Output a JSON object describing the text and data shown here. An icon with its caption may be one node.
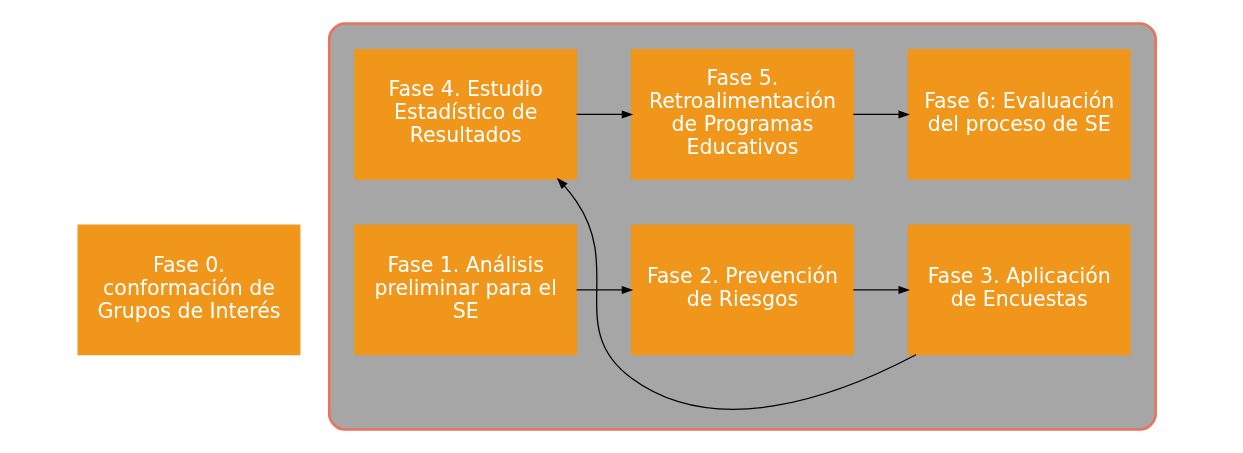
{
  "diagram": {
    "nodes": [
      {
        "text": [
          "Fase 0. conformación de Grupos de Interés"
        ]
      },
      {
        "text": [],
        "shape": "box"
      },
      {
        "text": [
          "Fase 1. Análisis preliminar para el SE"
        ],
        "in": 1
      },
      {
        "text": [
          "Fase 2. Prevención de Riesgos"
        ],
        "in": 1
      },
      {
        "text": [
          "Fase 3. Aplicación de Encuestas"
        ],
        "in": 1
      },
      {
        "text": [
          "Fase 4. Estudio Estadístico de Resultados"
        ],
        "in": 1
      },
      {
        "text": [
          "Fase 5. Retroalimentación de Programas Educativos"
        ],
        "in": 1
      },
      {
        "text": [
          "Fase 6: Evaluación del proceso de SE"
        ],
        "in": 1
      }
    ],
    "edges": [
      {
        "from": 2,
        "to": 3,
        "arrow": "to"
      },
      {
        "from": 3,
        "to": 4,
        "arrow": "to"
      },
      {
        "from": 4,
        "to": 5,
        "arrow": "to"
      },
      {
        "from": 5,
        "to": 6,
        "arrow": "to"
      },
      {
        "from": 6,
        "to": 7,
        "arrow": "to"
      }
    ]
  }
}
